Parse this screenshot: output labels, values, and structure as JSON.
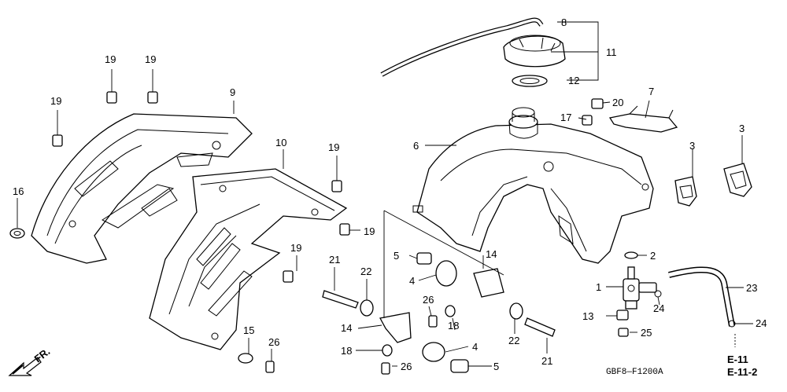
{
  "diagram": {
    "callouts": {
      "c1": "1",
      "c2": "2",
      "c3a": "3",
      "c3b": "3",
      "c4a": "4",
      "c4b": "4",
      "c5a": "5",
      "c5b": "5",
      "c6": "6",
      "c7": "7",
      "c8": "8",
      "c9": "9",
      "c10": "10",
      "c11": "11",
      "c12": "12",
      "c13": "13",
      "c14a": "14",
      "c14b": "14",
      "c15": "15",
      "c16": "16",
      "c17": "17",
      "c18a": "18",
      "c18b": "18",
      "c19a": "19",
      "c19b": "19",
      "c19c": "19",
      "c19d": "19",
      "c19e": "19",
      "c19f": "19",
      "c20": "20",
      "c21a": "21",
      "c21b": "21",
      "c22a": "22",
      "c22b": "22",
      "c23": "23",
      "c24a": "24",
      "c24b": "24",
      "c25": "25",
      "c26a": "26",
      "c26b": "26",
      "c26c": "26"
    },
    "references": {
      "ref1": "E-11",
      "ref2": "E-11-2"
    },
    "front_label": "FR.",
    "drawing_code": "GBF8—F1200A"
  }
}
